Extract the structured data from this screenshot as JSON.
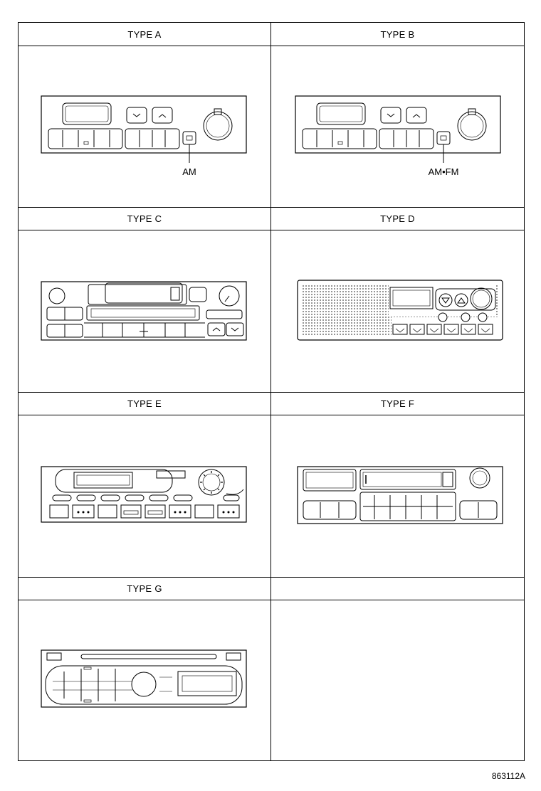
{
  "panels": [
    {
      "title": "TYPE A",
      "callout": "AM"
    },
    {
      "title": "TYPE B",
      "callout": "AM•FM"
    },
    {
      "title": "TYPE C"
    },
    {
      "title": "TYPE D"
    },
    {
      "title": "TYPE E"
    },
    {
      "title": "TYPE F"
    },
    {
      "title": "TYPE G"
    },
    {
      "title": ""
    }
  ],
  "drawing_id": "863112A"
}
